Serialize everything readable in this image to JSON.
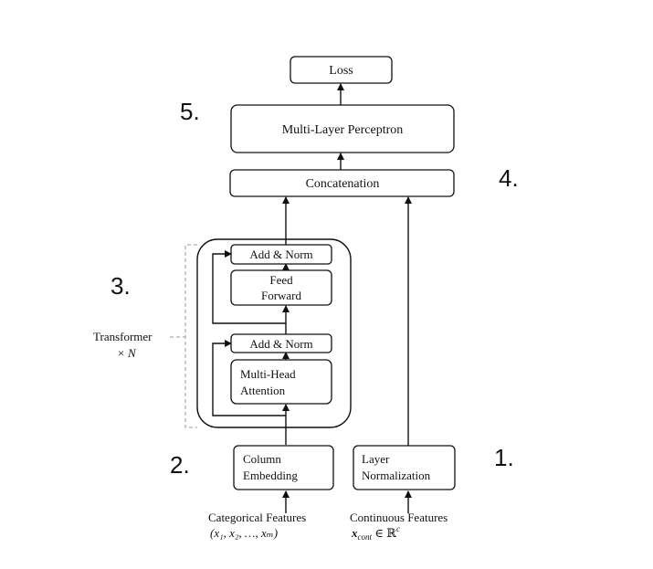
{
  "nodes": {
    "loss": "Loss",
    "mlp": "Multi-Layer Perceptron",
    "concat": "Concatenation",
    "add_norm_top": "Add & Norm",
    "feed_forward_1": "Feed",
    "feed_forward_2": "Forward",
    "add_norm_bottom": "Add & Norm",
    "mha_1": "Multi-Head",
    "mha_2": "Attention",
    "col_emb_1": "Column",
    "col_emb_2": "Embedding",
    "layer_norm_1": "Layer",
    "layer_norm_2": "Normalization"
  },
  "inputs": {
    "categorical_label": "Categorical Features",
    "categorical_math": "(x₁, x₂, …, xₘ)",
    "continuous_label": "Continuous Features",
    "continuous_math_var": "x",
    "continuous_math_sub": "cont",
    "continuous_math_rest": " ∈ ℝ",
    "continuous_math_sup": "c"
  },
  "transformer": {
    "label": "Transformer",
    "repeat": "× N"
  },
  "step_numbers": {
    "one": "1.",
    "two": "2.",
    "three": "3.",
    "four": "4.",
    "five": "5."
  }
}
